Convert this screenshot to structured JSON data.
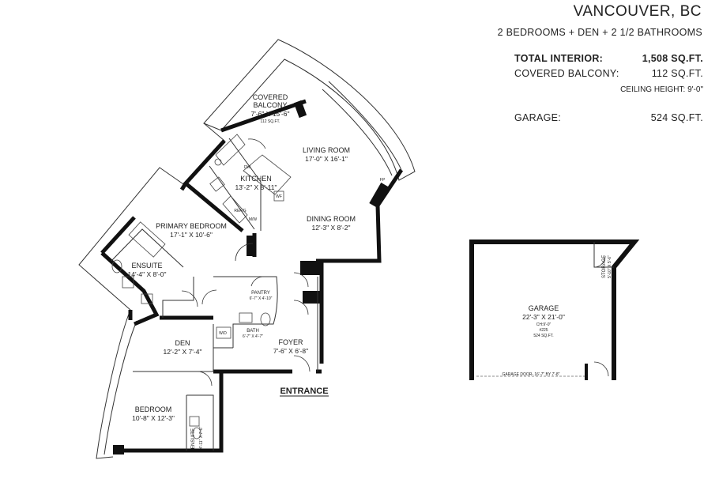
{
  "header": {
    "city": "VANCOUVER, BC",
    "summary": "2 BEDROOMS + DEN + 2 1/2 BATHROOMS",
    "total_interior_label": "TOTAL INTERIOR:",
    "total_interior_value": "1,508 SQ.FT.",
    "covered_balcony_label": "COVERED BALCONY:",
    "covered_balcony_value": "112 SQ.FT.",
    "ceiling_height": "CEILING HEIGHT: 9'-0\"",
    "garage_label": "GARAGE:",
    "garage_value": "524 SQ.FT."
  },
  "rooms": {
    "balcony": {
      "name1": "COVERED",
      "name2": "BALCONY",
      "dims": "7'-6\" X 15'-6\"",
      "area": "112 SQ.FT."
    },
    "living": {
      "name": "LIVING ROOM",
      "dims": "17'-0\" X 16'-1\""
    },
    "kitchen": {
      "name": "KITCHEN",
      "dims": "13'-2\" X 8'-11\""
    },
    "dining": {
      "name": "DINING ROOM",
      "dims": "12'-3\" X 8'-2\""
    },
    "primary": {
      "name": "PRIMARY BEDROOM",
      "dims": "17'-1\" X 10'-6\""
    },
    "ensuite1": {
      "name": "ENSUITE",
      "dims": "14'-4\" X 8'-0\""
    },
    "pantry": {
      "name": "PANTRY",
      "dims": "6'-7\" X 4'-10\""
    },
    "bath": {
      "name": "BATH",
      "dims": "6'-7\" X 4'-7\""
    },
    "den": {
      "name": "DEN",
      "dims": "12'-2\" X 7'-4\""
    },
    "foyer": {
      "name": "FOYER",
      "dims": "7'-6\" X 6'-8\""
    },
    "bedroom": {
      "name": "BEDROOM",
      "dims": "10'-8\" X 12'-3\""
    },
    "ensuite2": {
      "name": "ENSUITE",
      "dims": "4'-11\" X 7'-6\""
    },
    "garage": {
      "name": "GARAGE",
      "dims": "22'-3\" X 21'-0\"",
      "ch": "CH:9'-0\"",
      "num": "#225",
      "area": "524 SQ.FT.",
      "door": "GARAGE DOOR- 16'-7\" BY 7'-8\""
    },
    "storage": {
      "name": "STORAGE",
      "dims": "5'-10\" X 5'-6\""
    }
  },
  "appliances": {
    "dw": "DW",
    "wf": "WF",
    "refg": "REF/G",
    "mw": "M/W",
    "fp": "FP",
    "wd": "W/D"
  },
  "entrance": "ENTRANCE"
}
